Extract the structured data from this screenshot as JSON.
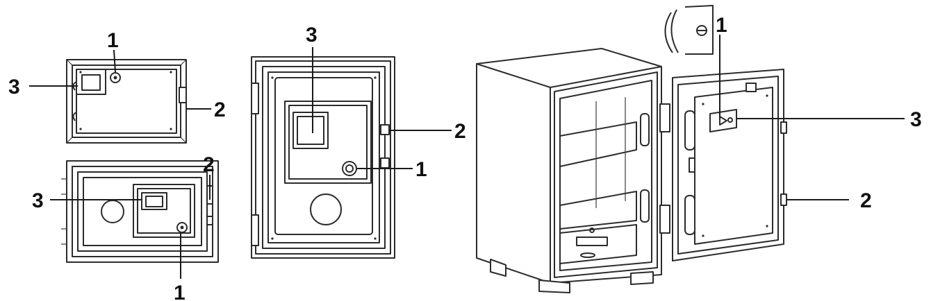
{
  "labels": {
    "safe1_keypad": "1",
    "safe1_hinge": "2",
    "safe1_display": "3",
    "safe2_keypad": "1",
    "safe2_hinge": "2",
    "safe2_display": "3",
    "safe3_keypad": "1",
    "safe3_hinge": "2",
    "safe3_display": "3",
    "safe4_keypad": "1",
    "safe4_hinge": "2",
    "safe4_display": "3"
  }
}
